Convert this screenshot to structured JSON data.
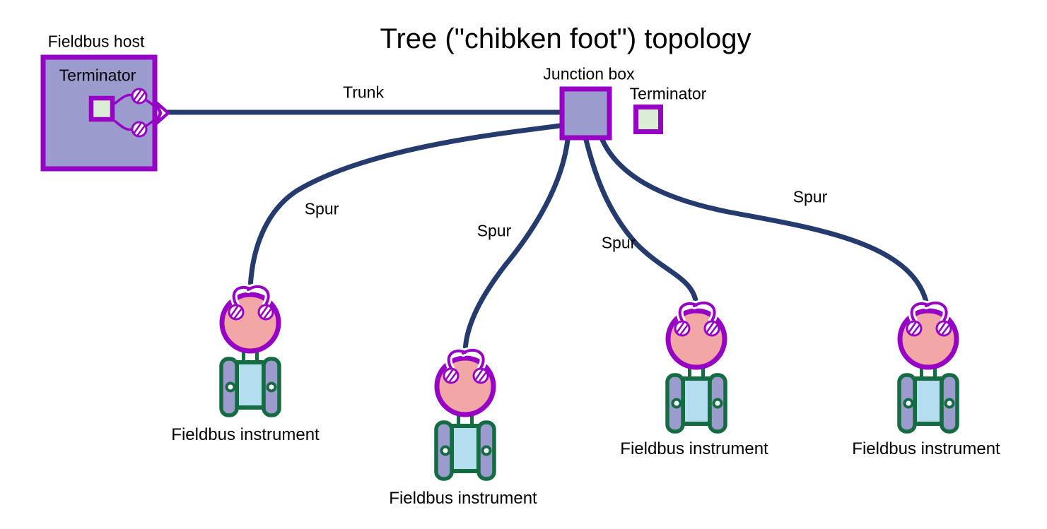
{
  "title": "Tree (\"chibken foot\") topology",
  "host": {
    "label": "Fieldbus host",
    "terminator_label": "Terminator"
  },
  "trunk_label": "Trunk",
  "junction": {
    "label": "Junction box",
    "terminator_label": "Terminator"
  },
  "spur_labels": [
    "Spur",
    "Spur",
    "Spur",
    "Spur"
  ],
  "instrument_labels": [
    "Fieldbus instrument",
    "Fieldbus instrument",
    "Fieldbus instrument",
    "Fieldbus instrument"
  ],
  "colors": {
    "background": "#FFFFFF",
    "text": "#000000",
    "line_navy": "#253A6D",
    "purple": "#9703C4",
    "box_fill": "#9B9BCE",
    "terminator_fill": "#DCEDD6",
    "instrument_head_fill": "#F2A6A6",
    "instrument_green": "#156B42",
    "instrument_body_fill": "#B5DFF0"
  }
}
